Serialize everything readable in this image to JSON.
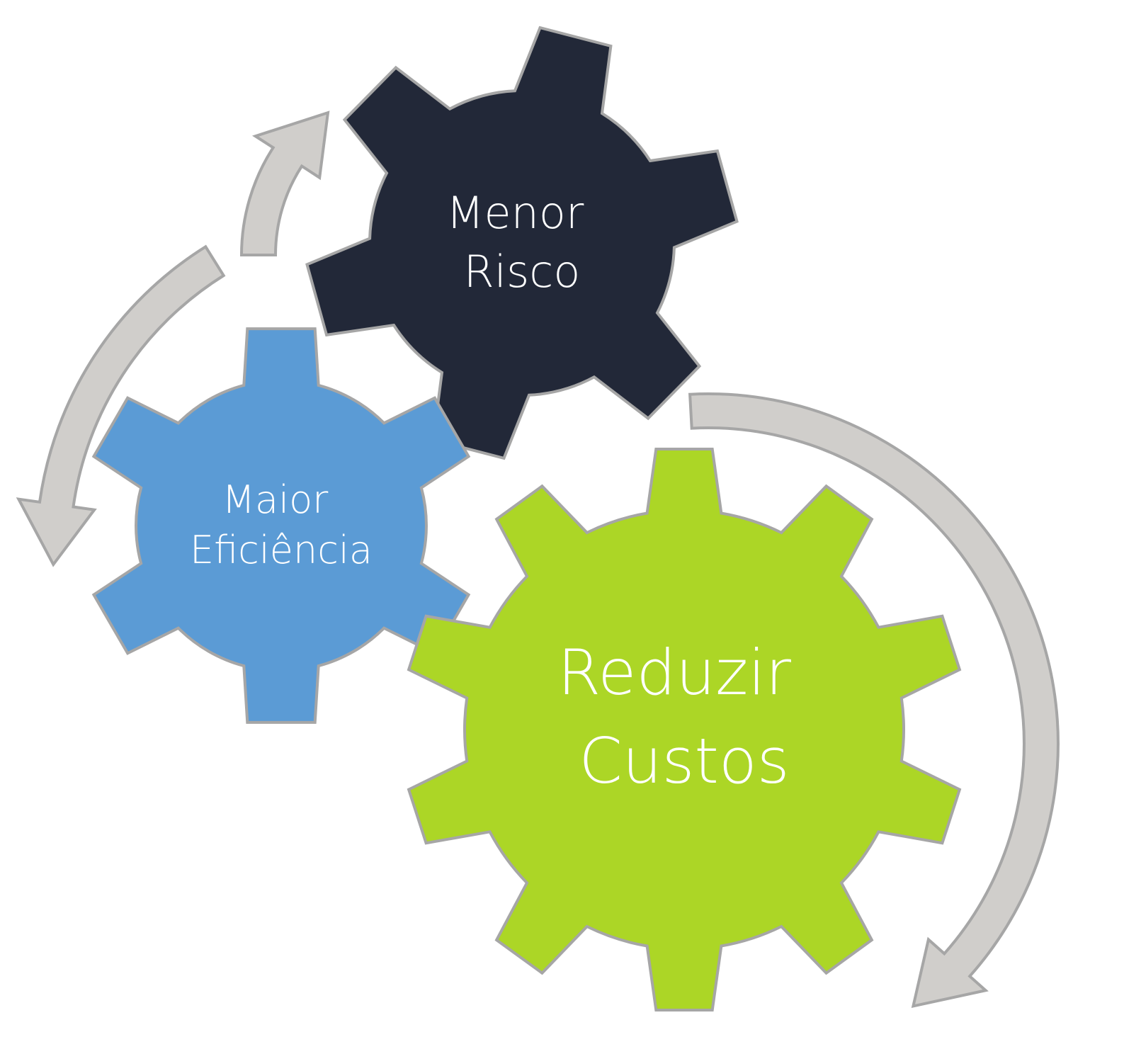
{
  "diagram": {
    "type": "interlocking-gears-cycle",
    "background": "#ffffff",
    "outline_color": "#a6a6a6",
    "arrow_fill": "#d0cecb",
    "gears": [
      {
        "id": "menor-risco",
        "lines": [
          "Menor",
          "Risco"
        ],
        "fill": "#222838",
        "teeth": 6
      },
      {
        "id": "maior-eficiencia",
        "lines": [
          "Maior",
          "Eficiência"
        ],
        "fill": "#5b9bd5",
        "teeth": 6
      },
      {
        "id": "reduzir-custos",
        "lines": [
          "Reduzir",
          "Custos"
        ],
        "fill": "#acd626",
        "teeth": 10
      }
    ],
    "arrows": [
      {
        "id": "arrow-to-menor-risco",
        "direction": "clockwise"
      },
      {
        "id": "arrow-to-maior-eficiencia",
        "direction": "counterclockwise"
      },
      {
        "id": "arrow-to-reduzir-custos",
        "direction": "clockwise"
      }
    ]
  }
}
